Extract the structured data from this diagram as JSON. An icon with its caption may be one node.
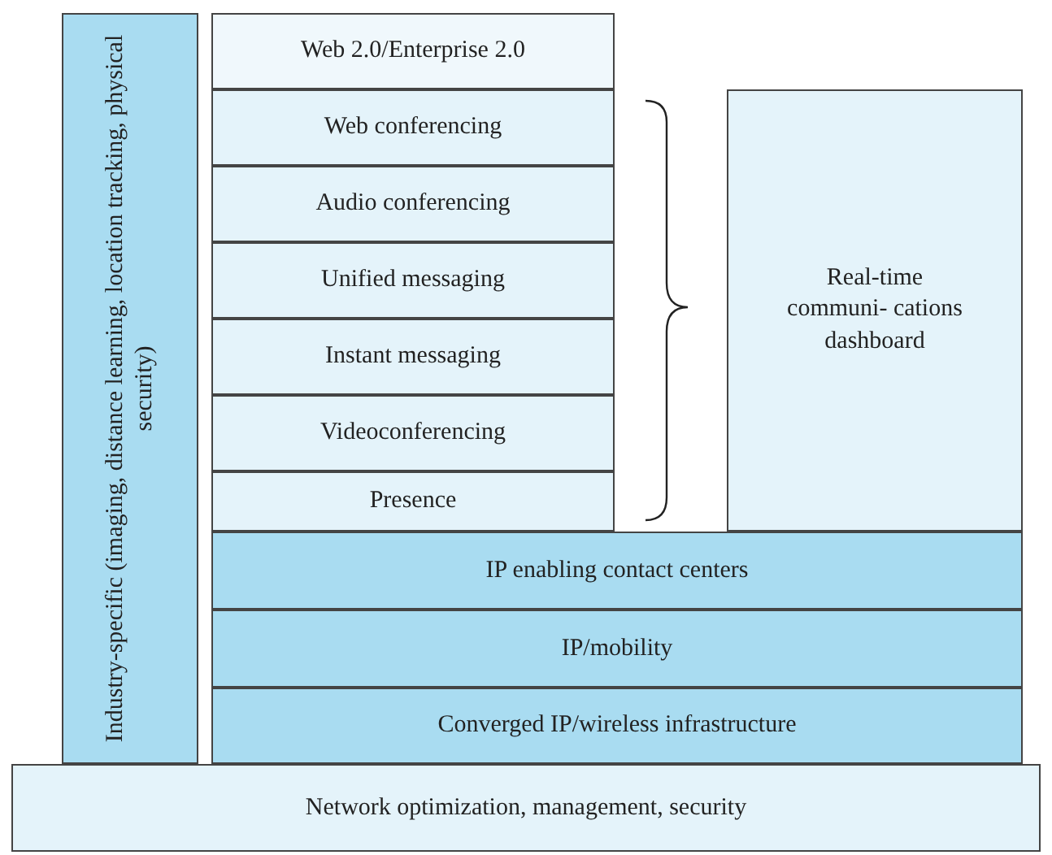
{
  "diagram": {
    "nodes": [
      {
        "text": [
          "Industry-specific (imaging, distance learning, location tracking, physical security)"
        ]
      },
      {
        "text": [
          "Web 2.0/Enterprise 2.0"
        ]
      },
      {
        "text": [
          "Web conferencing"
        ]
      },
      {
        "text": [
          "Audio conferencing"
        ]
      },
      {
        "text": [
          "Unified messaging"
        ]
      },
      {
        "text": [
          "Instant messaging"
        ]
      },
      {
        "text": [
          "Videoconferencing"
        ]
      },
      {
        "text": [
          "Presence"
        ]
      },
      {
        "text": [
          "Real-time communi- cations dashboard"
        ]
      },
      {
        "text": [
          "IP enabling contact centers"
        ]
      },
      {
        "text": [
          "IP/mobility"
        ]
      },
      {
        "text": [
          "Converged IP/wireless infrastructure"
        ]
      },
      {
        "text": [
          "Network optimization, management, security"
        ]
      }
    ]
  }
}
